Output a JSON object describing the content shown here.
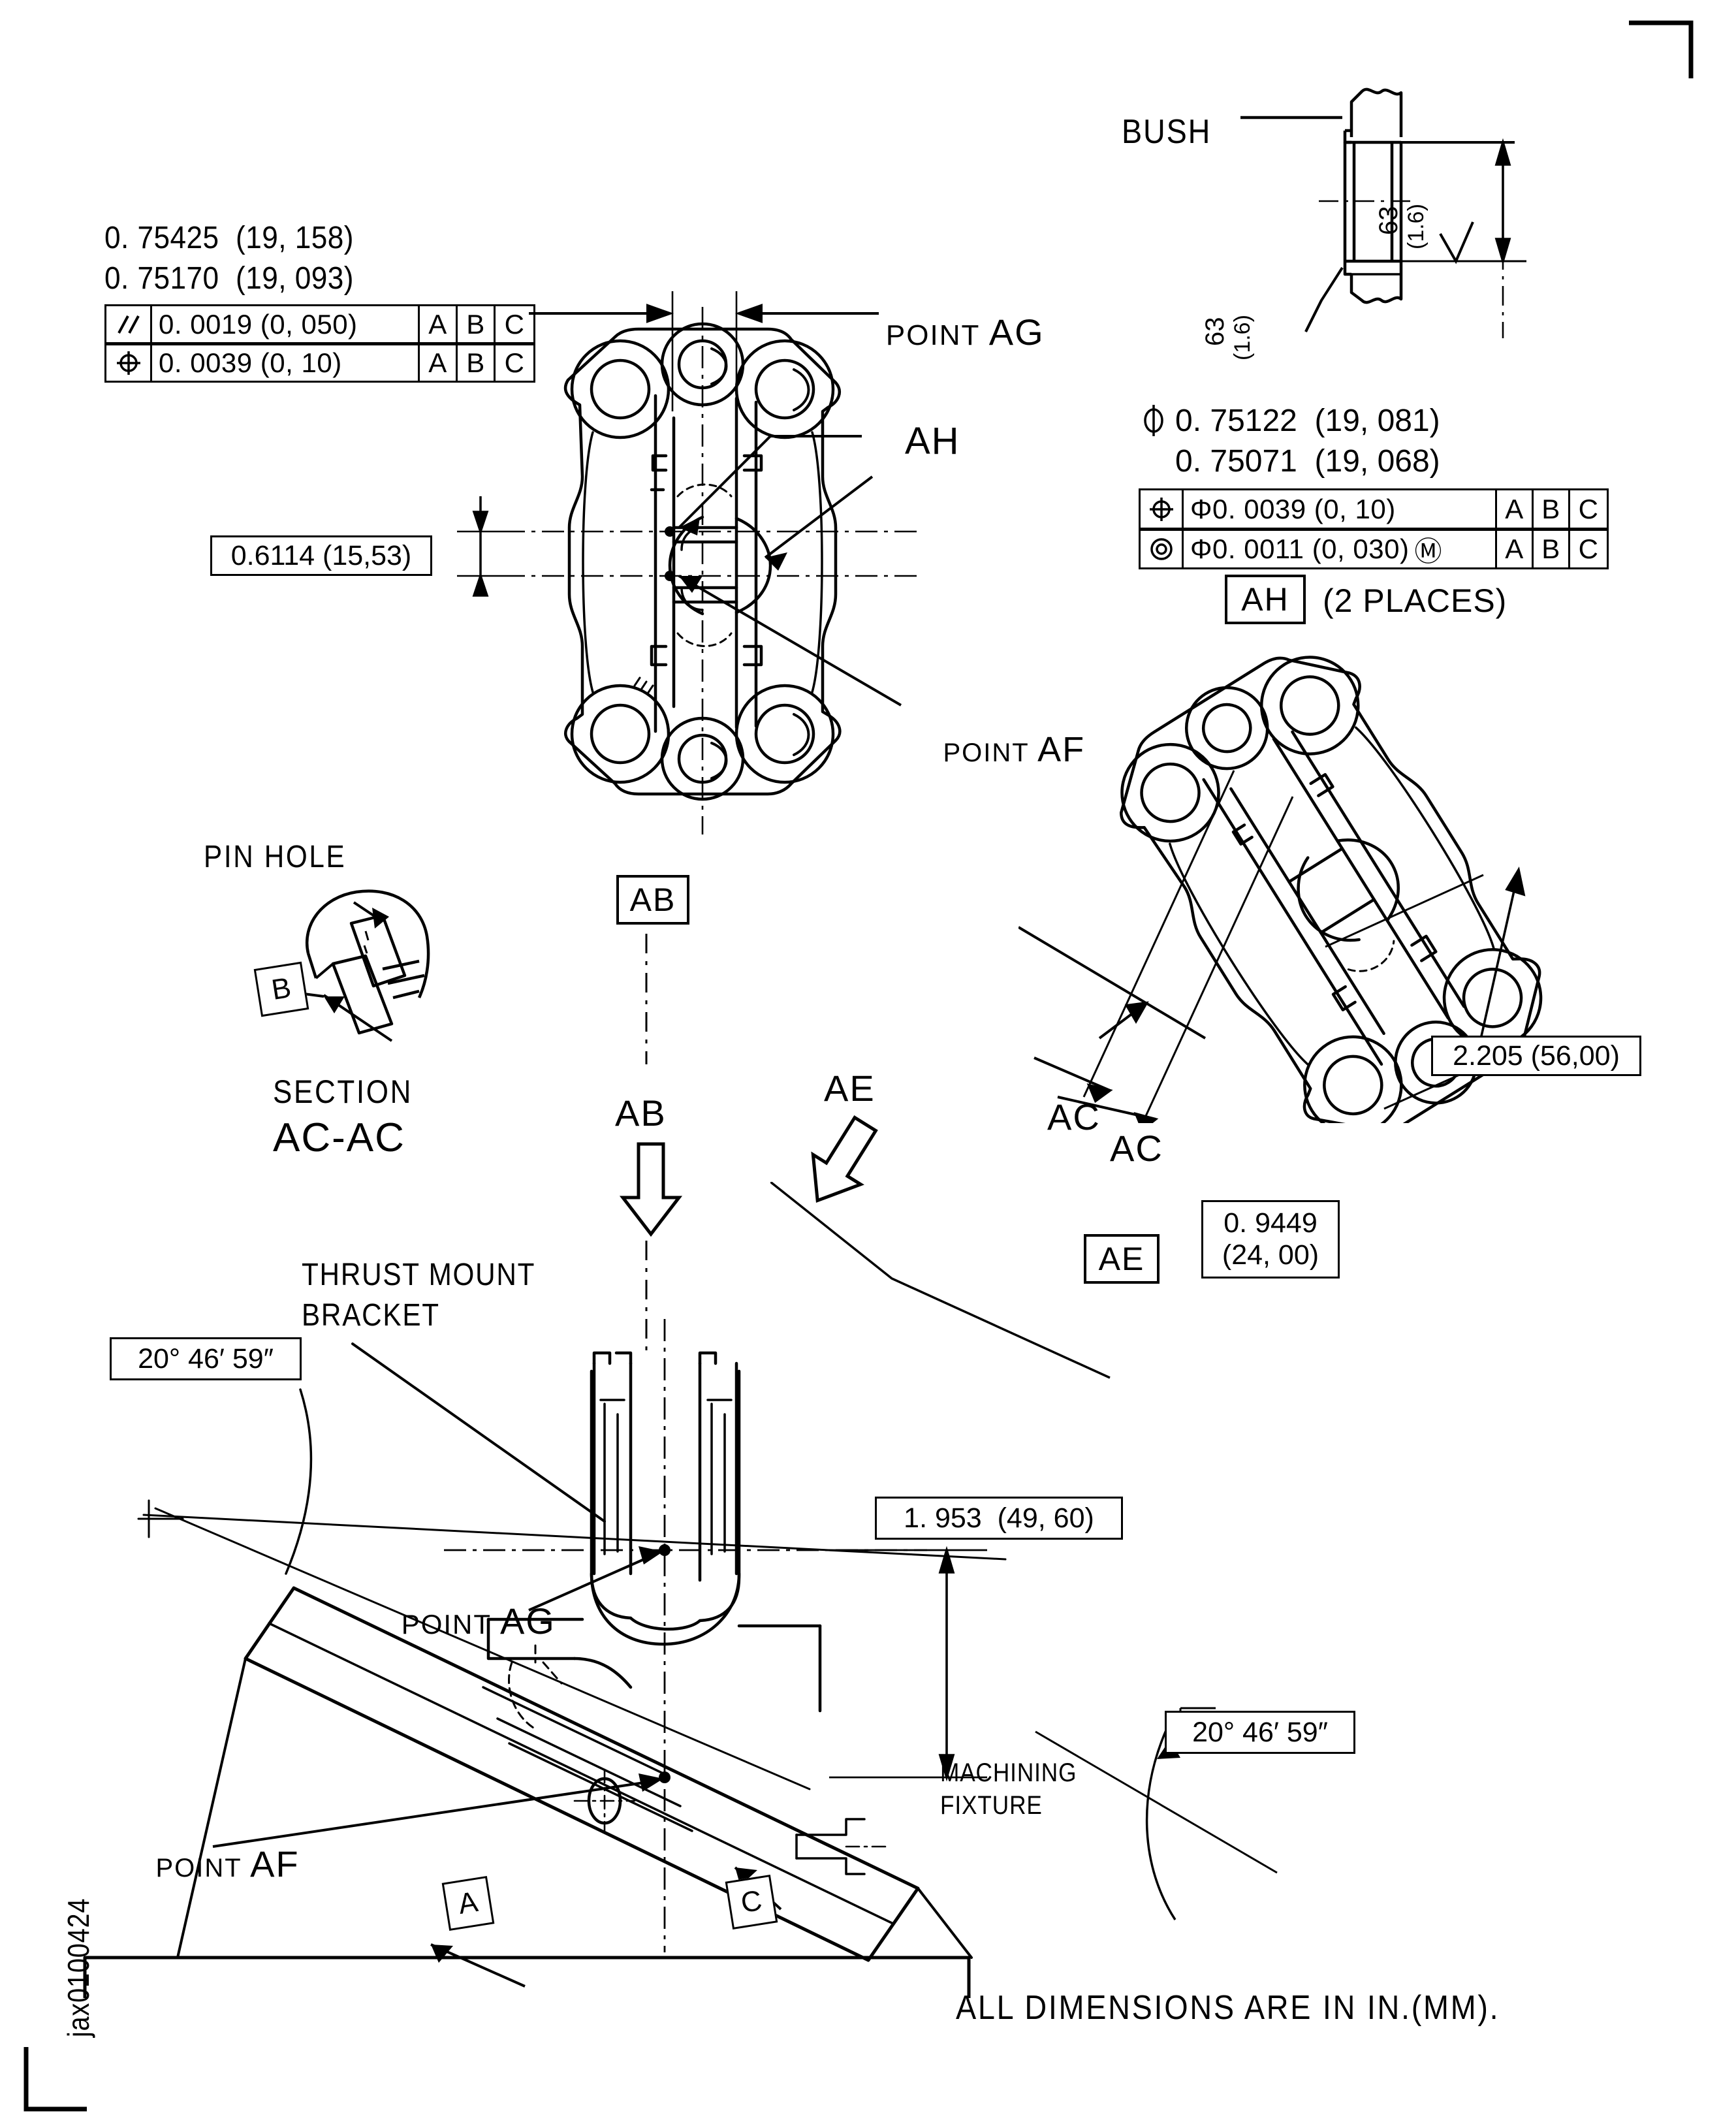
{
  "drawing": {
    "id_text": "jax0100424",
    "bottom_note": "ALL DIMENSIONS ARE IN IN.(MM).",
    "units_note_in": "IN.",
    "units_note_mm": "(MM)"
  },
  "view_ab": {
    "view_label": "AB",
    "dim_top_line1": "0. 75425  (19, 158)",
    "dim_top_line2": "0. 75170  (19, 093)",
    "fcf1": {
      "symbol": "parallelism",
      "symbol_glyph": "//",
      "tolerance": "0. 0019  (0, 050)",
      "datums": [
        "A",
        "B",
        "C"
      ]
    },
    "fcf2": {
      "symbol": "position",
      "symbol_glyph": "⌖",
      "tolerance": "0. 0039  (0, 10)",
      "datums": [
        "A",
        "B",
        "C"
      ]
    },
    "dim_left": "0.6114 (15,53)",
    "leader_point_ag": "POINT AG",
    "leader_point_ag_prefix": "POINT ",
    "leader_point_ag_code": "AG",
    "leader_ah": "AH",
    "leader_point_af_prefix": "POINT ",
    "leader_point_af_code": "AF",
    "arrow_label": "AB"
  },
  "bush_detail": {
    "label": "BUSH",
    "surface_finish_top": "63",
    "surface_finish_top_mm": "(1.6)",
    "surface_finish_bottom": "63",
    "surface_finish_bottom_mm": "(1.6)",
    "dia_line1_symbol": "⌀",
    "dia_line1": "0. 75122  (19, 081)",
    "dia_line2": "0. 75071  (19, 068)",
    "fcf1": {
      "symbol_glyph": "⌖",
      "tolerance": "Φ0. 0039 (0, 10)",
      "datums": [
        "A",
        "B",
        "C"
      ]
    },
    "fcf2": {
      "symbol_glyph": "◎",
      "tolerance": "Φ0. 0011 (0, 030)",
      "modifier": "Ⓜ",
      "datums": [
        "A",
        "B",
        "C"
      ]
    },
    "detail_label": "AH",
    "detail_qty": "(2 PLACES)"
  },
  "section_detail": {
    "title": "PIN HOLE",
    "datum_box": "B",
    "caption_line1": "SECTION",
    "caption_line2": "AC-AC"
  },
  "view_ae": {
    "view_label": "AE",
    "arrow_label": "AE",
    "section_label_1": "AC",
    "section_label_2": "AC",
    "dim_length": "2.205 (56,00)",
    "dim_width_line1": "0. 9449",
    "dim_width_line2": "(24, 00)",
    "leader_point_af_prefix": "POINT ",
    "leader_point_af_code": "AF"
  },
  "assembly_view": {
    "bracket_label_line1": "THRUST MOUNT",
    "bracket_label_line2": "BRACKET",
    "angle_left": "20° 46′ 59″",
    "angle_right": "20° 46′ 59″",
    "dim_height": "1. 953  (49, 60)",
    "leader_point_ag_prefix": "POINT ",
    "leader_point_ag_code": "AG",
    "leader_point_af_prefix": "POINT ",
    "leader_point_af_code": "AF",
    "datum_a": "A",
    "datum_c": "C",
    "fixture_label_line1": "MACHINING",
    "fixture_label_line2": "FIXTURE"
  },
  "colors": {
    "ink": "#000000",
    "paper": "#ffffff"
  }
}
